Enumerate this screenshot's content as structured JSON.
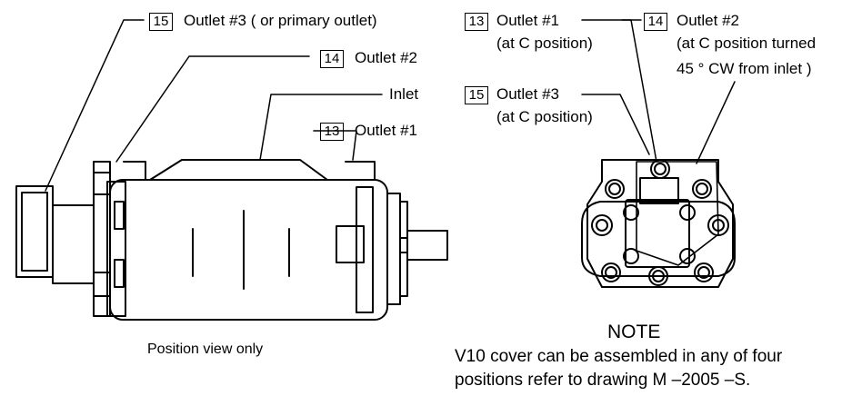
{
  "left_view": {
    "callouts": [
      {
        "number": "15",
        "text": "Outlet #3 ( or primary outlet)"
      },
      {
        "number": "14",
        "text": "Outlet #2"
      },
      {
        "number": "",
        "text": "Inlet"
      },
      {
        "number": "13",
        "text": "Outlet #1"
      }
    ],
    "caption": "Position view only"
  },
  "right_view": {
    "callouts": [
      {
        "number": "13",
        "line1": "Outlet #1",
        "line2": "(at C position)",
        "line3": ""
      },
      {
        "number": "14",
        "line1": "Outlet #2",
        "line2": "(at C position turned",
        "line3": "45 ° CW from inlet )"
      },
      {
        "number": "15",
        "line1": "Outlet #3",
        "line2": "(at C position)",
        "line3": ""
      }
    ]
  },
  "note": {
    "title": "NOTE",
    "line1": "V10 cover can be assembled in any of four",
    "line2": "positions refer to drawing M   –2005 –S."
  }
}
